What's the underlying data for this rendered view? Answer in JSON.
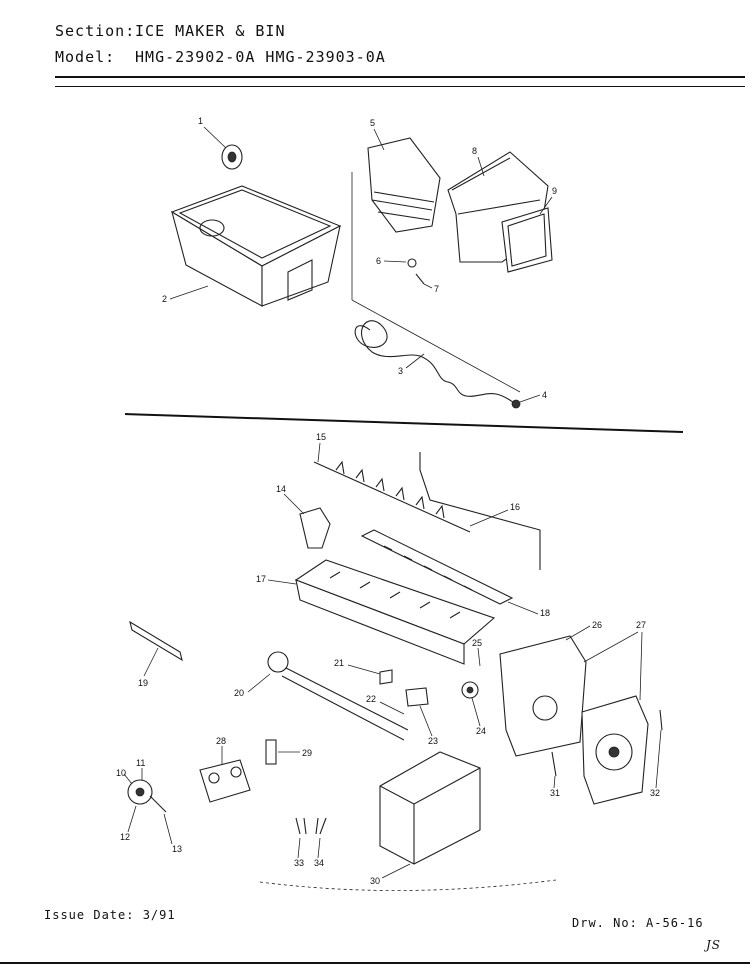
{
  "header": {
    "section_label": "Section:",
    "section_value": "ICE MAKER & BIN",
    "model_label": "Model:",
    "model_value": "HMG-23902-0A  HMG-23903-0A"
  },
  "footer": {
    "issue_date": "Issue Date: 3/91",
    "drawing_no": "Drw. No: A-56-16",
    "mark": "JS"
  },
  "callouts": [
    "1",
    "2",
    "3",
    "4",
    "5",
    "6",
    "7",
    "8",
    "9",
    "10",
    "11",
    "12",
    "13",
    "14",
    "15",
    "16",
    "17",
    "18",
    "19",
    "20",
    "21",
    "22",
    "23",
    "24",
    "25",
    "26",
    "27",
    "28",
    "29",
    "30",
    "31",
    "32",
    "33",
    "34"
  ]
}
